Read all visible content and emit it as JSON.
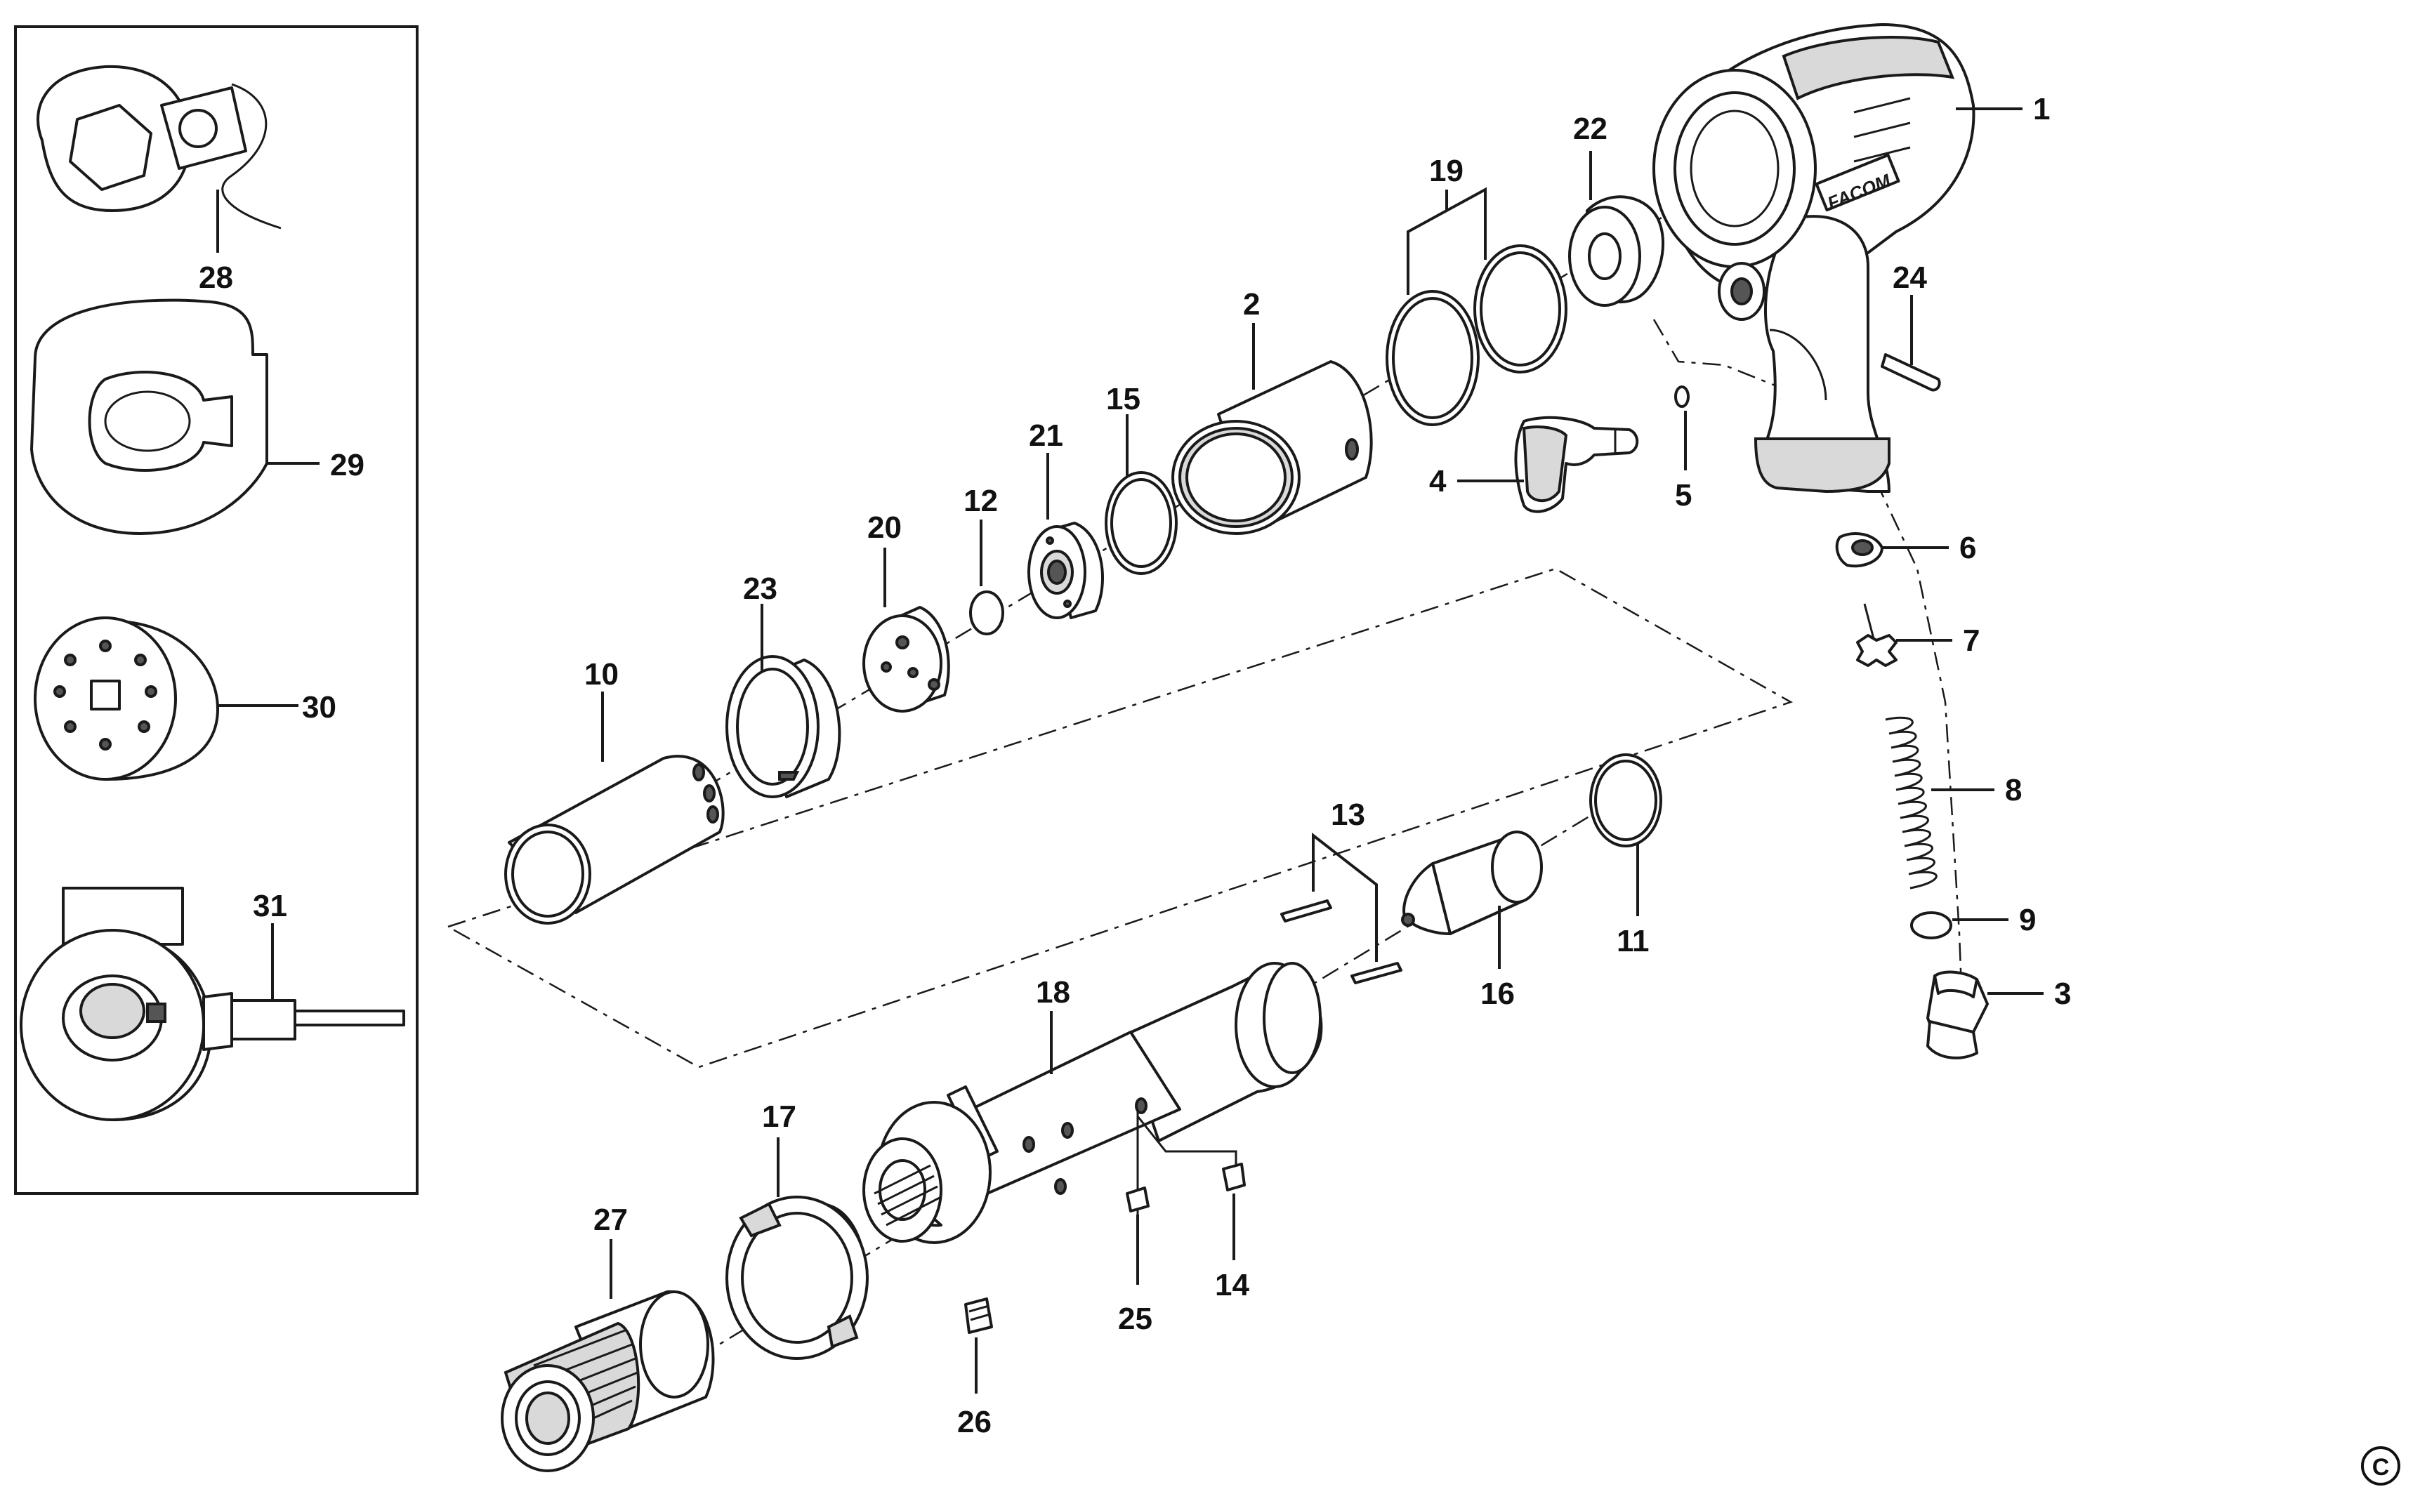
{
  "brand_mark": "FACOM",
  "copyright_symbol": "C",
  "callouts": {
    "p1": "1",
    "p2": "2",
    "p3": "3",
    "p4": "4",
    "p5": "5",
    "p6": "6",
    "p7": "7",
    "p8": "8",
    "p9": "9",
    "p10": "10",
    "p11": "11",
    "p12": "12",
    "p13": "13",
    "p14": "14",
    "p15": "15",
    "p16": "16",
    "p17": "17",
    "p18": "18",
    "p19": "19",
    "p20": "20",
    "p21": "21",
    "p22": "22",
    "p23": "23",
    "p24": "24",
    "p25": "25",
    "p26": "26",
    "p27": "27",
    "p28": "28",
    "p29": "29",
    "p30": "30",
    "p31": "31"
  }
}
